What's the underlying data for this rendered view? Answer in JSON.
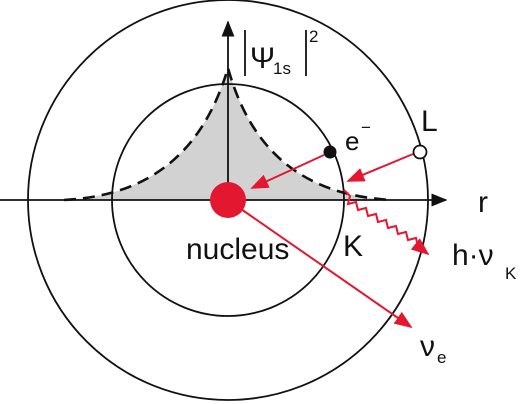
{
  "labels": {
    "y_axis_symbol": "Ψ",
    "y_axis_subscript": "1s",
    "y_axis_exponent": "2",
    "x_axis": "r",
    "electron": "e",
    "electron_charge": "−",
    "outer_shell": "L",
    "inner_shell": "K",
    "nucleus": "nucleus",
    "photon_prefix": "h·ν",
    "photon_subscript": "K",
    "neutrino": "ν",
    "neutrino_subscript": "e"
  },
  "colors": {
    "line": "#111111",
    "nucleus": "#e3172f",
    "arrow": "#e3172f",
    "fill": "#d2d2d2"
  }
}
